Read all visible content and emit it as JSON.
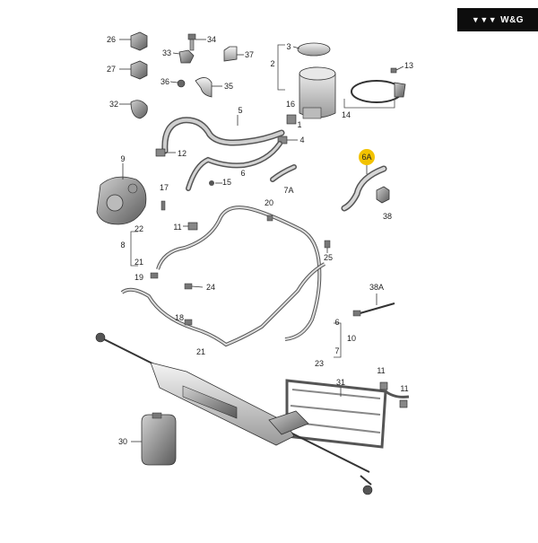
{
  "brand": {
    "label": "W&G",
    "logo_icon": "chevrons-logo-icon"
  },
  "highlight_color": "#f2c200",
  "callouts": {
    "c1": "1",
    "c2": "2",
    "c3": "3",
    "c4": "4",
    "c5": "5",
    "c6": "6",
    "c6a": "6A",
    "c7": "7",
    "c7a": "7A",
    "c8": "8",
    "c9": "9",
    "c10": "10",
    "c11a": "11",
    "c11b": "11",
    "c11c": "11",
    "c12": "12",
    "c13": "13",
    "c14": "14",
    "c15": "15",
    "c16": "16",
    "c17": "17",
    "c18": "18",
    "c19": "19",
    "c20": "20",
    "c21a": "21",
    "c21b": "21",
    "c22": "22",
    "c23": "23",
    "c24": "24",
    "c25": "25",
    "c26": "26",
    "c27": "27",
    "c30": "30",
    "c31": "31",
    "c32": "32",
    "c33": "33",
    "c34": "34",
    "c35": "35",
    "c36": "36",
    "c37": "37",
    "c38": "38",
    "c38a": "38A"
  }
}
